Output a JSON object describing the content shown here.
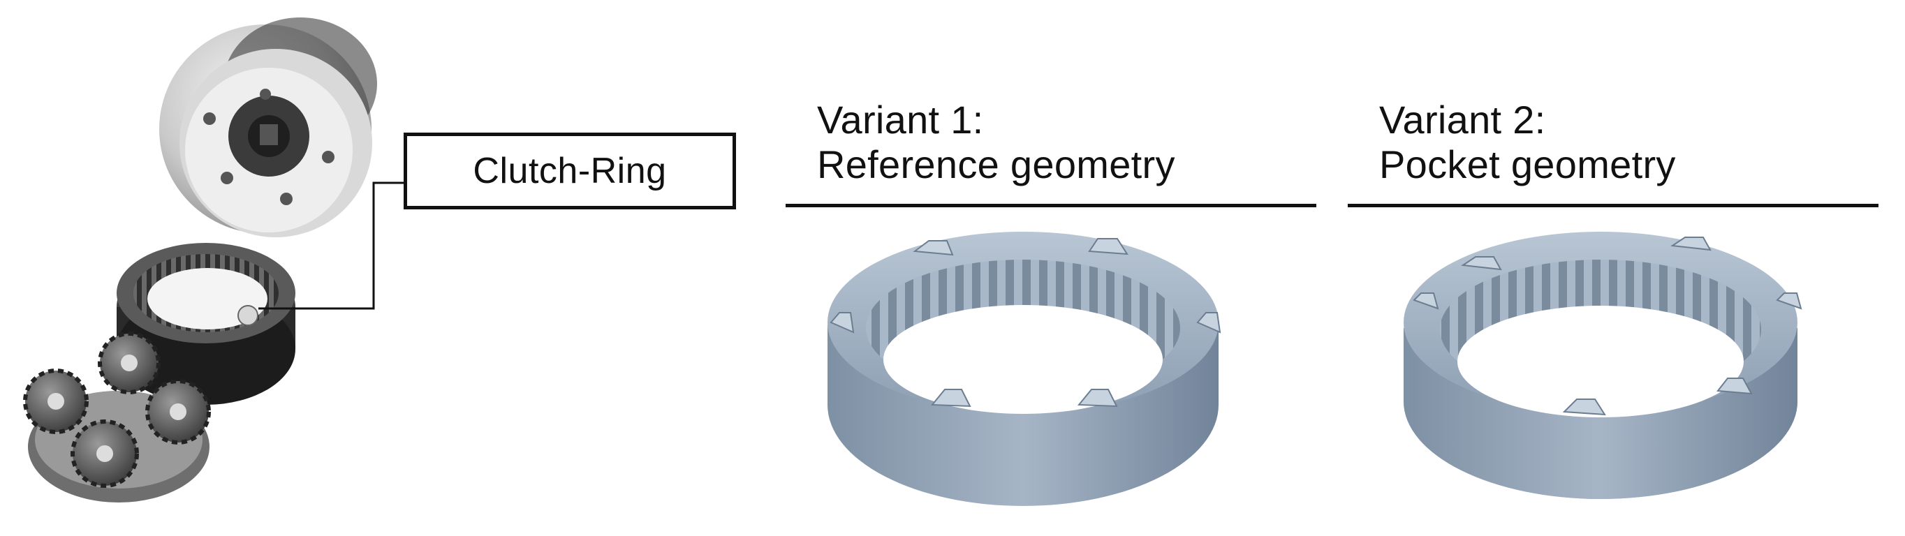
{
  "callout": {
    "label": "Clutch-Ring"
  },
  "variant1": {
    "title": "Variant 1:",
    "subtitle": "Reference geometry"
  },
  "variant2": {
    "title": "Variant 2:",
    "subtitle": "Pocket geometry"
  },
  "colors": {
    "ring_blue": "#8ea0b4",
    "ring_dark": "#6c7d90",
    "photo_gray": "#8a8a8a",
    "line": "#111111"
  }
}
